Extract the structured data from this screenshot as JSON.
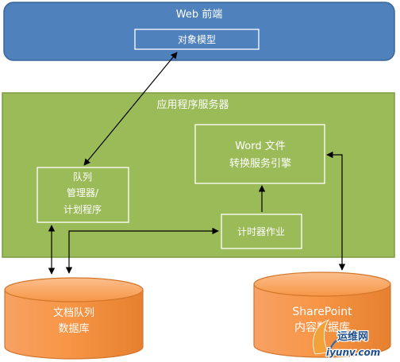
{
  "web": {
    "title": "Web 前端",
    "object_model": "对象模型"
  },
  "app_server": {
    "title": "应用程序服务器",
    "queue_manager": {
      "line1": "队列",
      "line2": "管理器/",
      "line3": "计划程序"
    },
    "word_engine": {
      "line1": "Word 文件",
      "line2": "转换服务引擎"
    },
    "timer_job": "计时器作业"
  },
  "databases": {
    "doc_queue": {
      "line1": "文档队列",
      "line2": "数据库"
    },
    "sharepoint": {
      "line1": "SharePoint",
      "line2": "内容数据库"
    }
  },
  "watermark": {
    "site_name": "运维网",
    "domain": "iyunv.com"
  },
  "colors": {
    "web_blue": "#4f81bd",
    "web_border": "#3a659a",
    "server_green": "#9bbb59",
    "server_border": "#7d9a40",
    "db_orange": "#f79646",
    "db_border": "#d2772c",
    "text_white": "#ffffff",
    "arrow": "#000000",
    "watermark_blue": "#1f4e8a"
  }
}
